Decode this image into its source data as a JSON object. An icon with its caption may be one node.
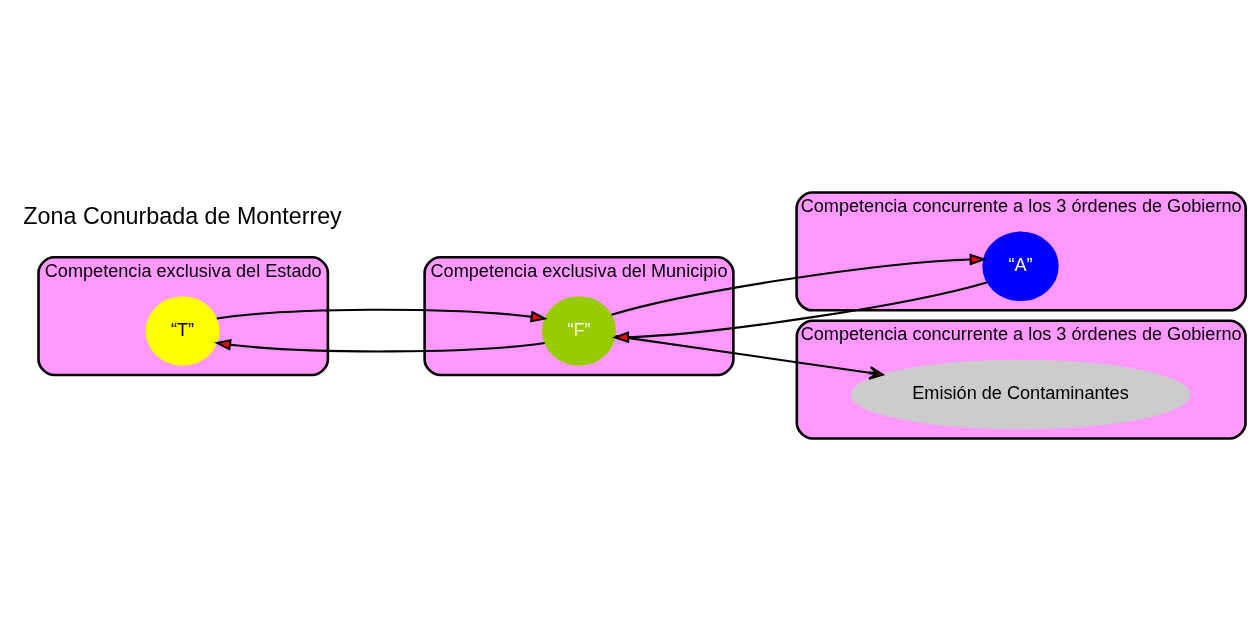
{
  "diagram": {
    "nodes": [
      {
        "text": [
          "Competencia exclusiva del Estado"
        ]
      },
      {
        "text": [
          "“T”"
        ],
        "in": 0
      },
      {
        "text": [
          "Competencia exclusiva del Municipio"
        ]
      },
      {
        "text": [
          "“F”"
        ],
        "in": 2
      },
      {
        "text": [
          "Competencia concurrente a los 3 órdenes de Gobierno"
        ]
      },
      {
        "text": [
          "“A”"
        ],
        "in": 4
      },
      {
        "text": [
          "Competencia concurrente a los 3 órdenes de Gobierno"
        ]
      },
      {
        "text": [
          "Emisión de Contaminantes"
        ],
        "in": 6
      }
    ],
    "edges": [
      {
        "from": 1,
        "to": 3,
        "arrow": "to"
      },
      {
        "from": 3,
        "to": 1,
        "arrow": "to"
      },
      {
        "from": 3,
        "to": 5,
        "arrow": "to"
      },
      {
        "from": 5,
        "to": 3,
        "arrow": "to"
      },
      {
        "from": 3,
        "to": 7,
        "arrow": "to"
      }
    ],
    "labels": [
      "Zona Conurbada de Monterrey"
    ]
  }
}
